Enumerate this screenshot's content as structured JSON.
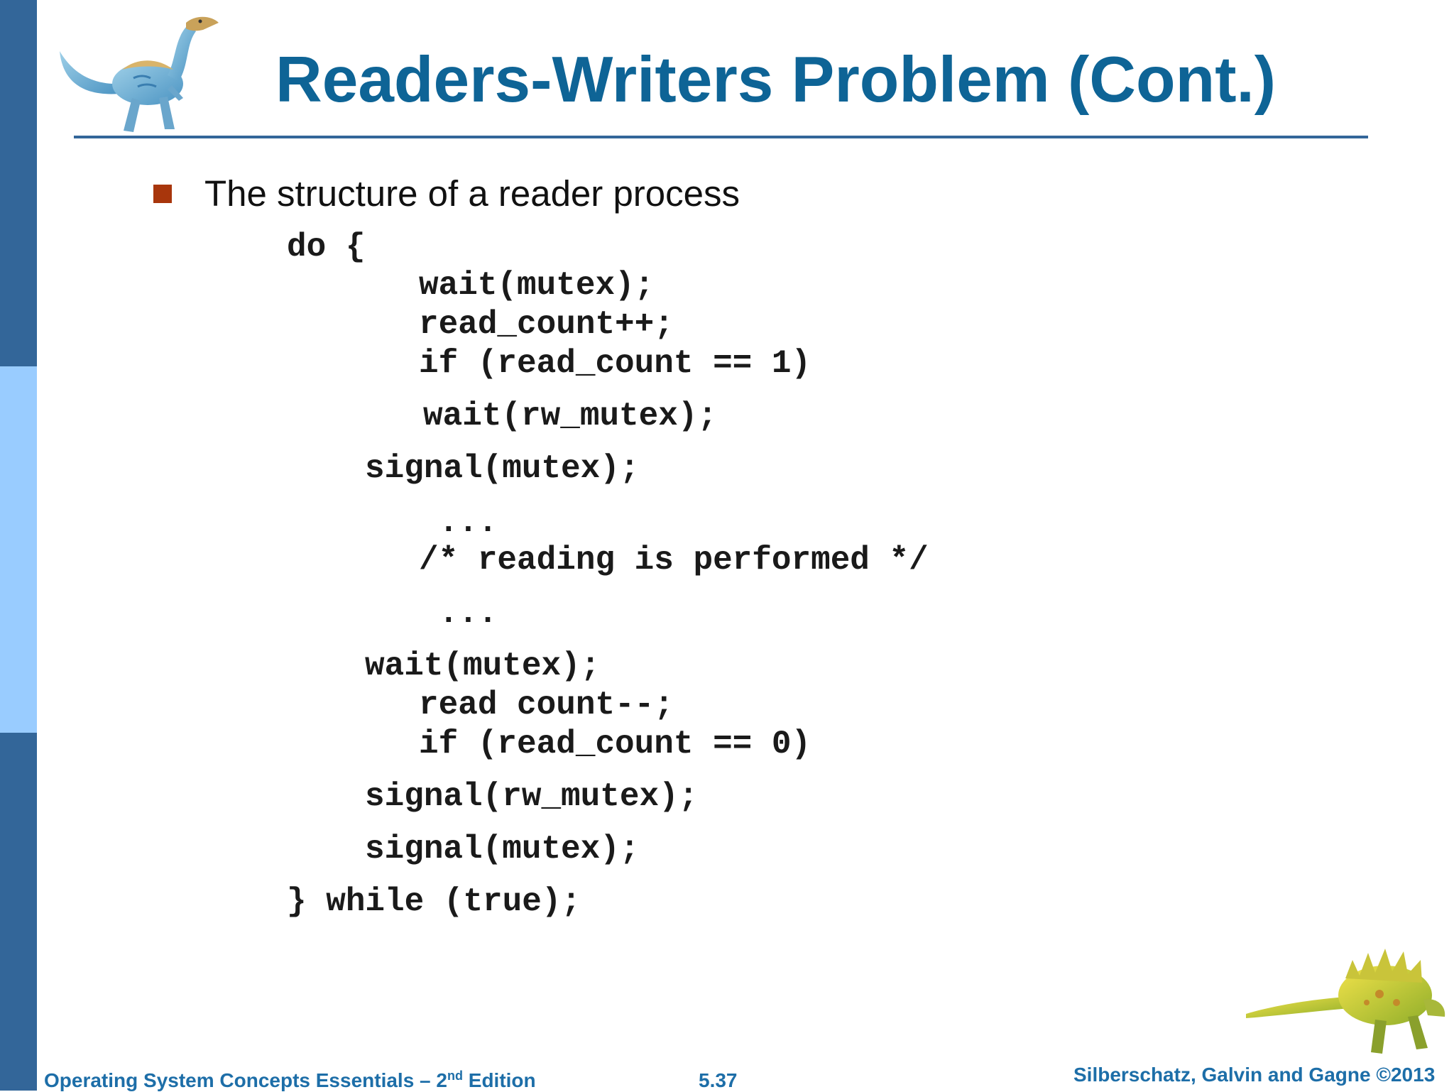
{
  "colors": {
    "title": "#0e6496",
    "rule": "#336699",
    "sidebar_dark": "#336699",
    "sidebar_light": "#99ccff",
    "bullet": "#a8360c",
    "footer": "#1d6ea8"
  },
  "slide": {
    "title": "Readers-Writers Problem (Cont.)",
    "bullet": "The structure of a reader process",
    "code": [
      "do {",
      "wait(mutex);",
      "read_count++;",
      "if (read_count == 1)",
      "wait(rw_mutex);",
      "signal(mutex);",
      "...",
      "/* reading is performed */",
      "...",
      "wait(mutex);",
      "read count--;",
      "if (read_count == 0)",
      "signal(rw_mutex);",
      "signal(mutex);",
      "} while (true);"
    ]
  },
  "footer": {
    "book_title": "Operating System Concepts Essentials – 2",
    "edition_sup": "nd",
    "edition_suffix": " Edition",
    "slide_number": "5.37",
    "copyright": "Silberschatz, Galvin and Gagne ©2013"
  },
  "icons": {
    "top_left": "dinosaur-logo-icon",
    "bottom_right": "dinosaur-logo-icon"
  }
}
